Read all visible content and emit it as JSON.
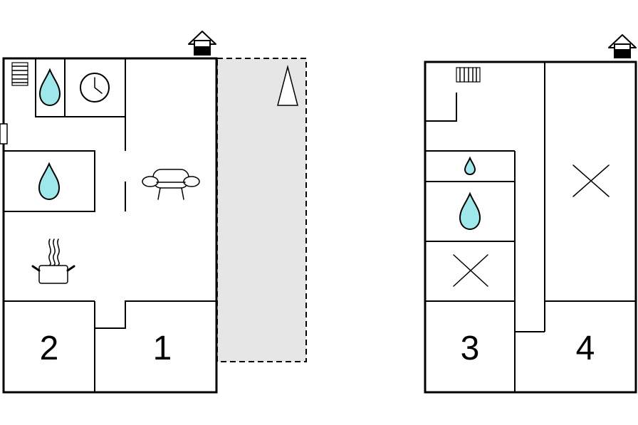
{
  "floors": [
    {
      "id": "ground-floor",
      "rooms": [
        {
          "id": "bedroom-2",
          "number": "2"
        },
        {
          "id": "bedroom-1",
          "number": "1"
        }
      ],
      "icons": [
        "radiator-icon",
        "water-drop-icon",
        "clock-icon",
        "water-drop-icon",
        "sofa-icon",
        "cooking-pot-icon",
        "entrance-house-icon",
        "north-arrow-icon"
      ],
      "terrace": {
        "fill": "#e6e6e6",
        "border": "dashed"
      }
    },
    {
      "id": "upper-floor",
      "rooms": [
        {
          "id": "bedroom-3",
          "number": "3"
        },
        {
          "id": "bedroom-4",
          "number": "4"
        }
      ],
      "icons": [
        "radiator-icon",
        "water-drop-small-icon",
        "water-drop-icon",
        "cross-icon",
        "cross-icon",
        "entrance-house-icon"
      ]
    }
  ],
  "colors": {
    "water": "#9ee8ec",
    "terrace": "#e6e6e6",
    "wall": "#000000"
  }
}
